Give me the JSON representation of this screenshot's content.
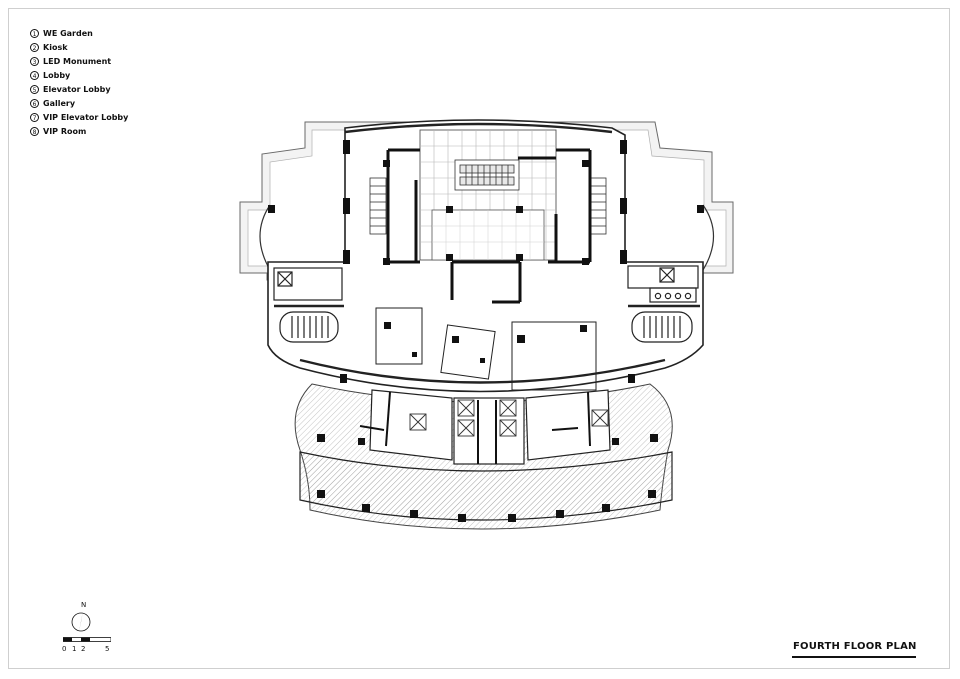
{
  "legend": [
    {
      "num": "1",
      "label": "WE Garden"
    },
    {
      "num": "2",
      "label": "Kiosk"
    },
    {
      "num": "3",
      "label": "LED Monument"
    },
    {
      "num": "4",
      "label": "Lobby"
    },
    {
      "num": "5",
      "label": "Elevator Lobby"
    },
    {
      "num": "6",
      "label": "Gallery"
    },
    {
      "num": "7",
      "label": "VIP Elevator Lobby"
    },
    {
      "num": "8",
      "label": "VIP Room"
    }
  ],
  "title": "FOURTH FLOOR PLAN",
  "north_label": "N",
  "scale": {
    "t0": "0",
    "t1": "1",
    "t2": "2",
    "t5": "5"
  }
}
